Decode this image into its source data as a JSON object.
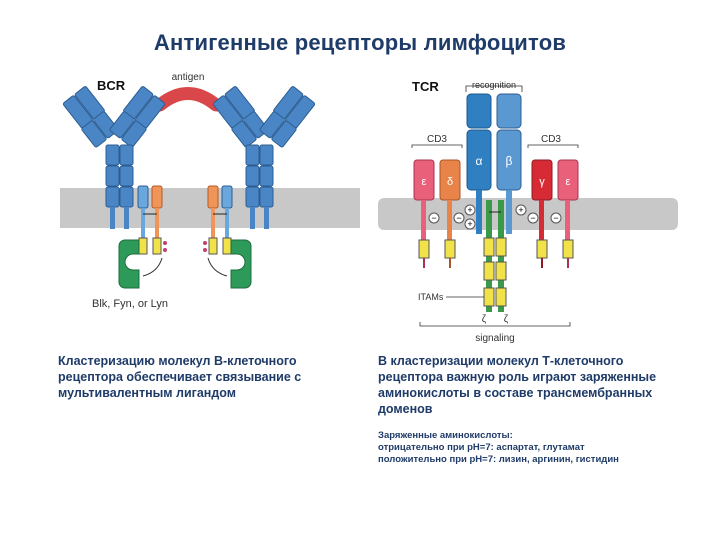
{
  "title": "Антигенные рецепторы лимфоцитов",
  "bcr": {
    "label": "BCR",
    "antigen_label": "antigen",
    "kinase_label": "Blk, Fyn, or Lyn"
  },
  "tcr": {
    "label": "TCR",
    "recognition_label": "recognition",
    "cd3_left": "CD3",
    "cd3_right": "CD3",
    "chain_epsilon_left": "ε",
    "chain_delta": "δ",
    "chain_alpha": "α",
    "chain_beta": "β",
    "chain_gamma": "γ",
    "chain_epsilon_right": "ε",
    "itams_label": "ITAMs",
    "zeta_left": "ζ",
    "zeta_right": "ζ",
    "signaling_label": "signaling"
  },
  "captions": {
    "left": "Кластеризацию молекул В-клеточного рецептора обеспечивает связывание с мультивалентным лигандом",
    "right": "В кластеризации молекул Т-клеточного рецептора важную роль играют заряженные аминокислоты в составе трансмембранных доменов"
  },
  "notes": {
    "heading": "Заряженные аминокислоты:",
    "negative": "отрицательно при рН=7: аспартат, глутамат",
    "positive": "положительно при рН=7: лизин, аргинин, гистидин"
  },
  "colors": {
    "immunoglobulin": "#4a86c5",
    "antigen": "#d9474a",
    "membrane": "#c8c8c8",
    "tcr_alpha": "#2f7fc1",
    "tcr_beta": "#5a98d2",
    "cd3_epsilon": "#e8607a",
    "cd3_delta": "#e8834a",
    "cd3_gamma": "#d62b35",
    "itam": "#f2e24a",
    "zeta": "#3a9a4a",
    "kinase": "#2e9a5a",
    "title": "#1f3b68"
  }
}
